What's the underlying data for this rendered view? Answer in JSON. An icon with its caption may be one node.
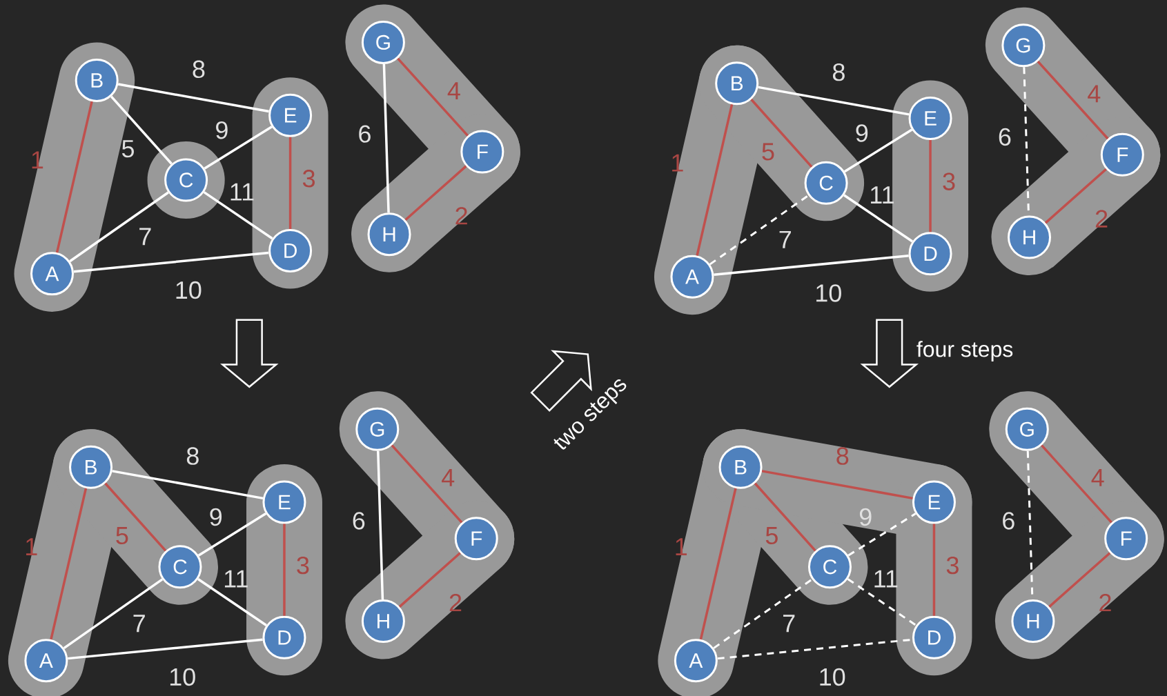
{
  "diagram": {
    "nodes": [
      {
        "text": [
          "A"
        ]
      },
      {
        "text": [
          "B"
        ]
      },
      {
        "text": [
          "C"
        ]
      },
      {
        "text": [
          "D"
        ]
      },
      {
        "text": [
          "E"
        ]
      },
      {
        "text": [
          "F"
        ]
      },
      {
        "text": [
          "G"
        ]
      },
      {
        "text": [
          "H"
        ]
      },
      {
        "text": [
          "A"
        ]
      },
      {
        "text": [
          "B"
        ]
      },
      {
        "text": [
          "C"
        ]
      },
      {
        "text": [
          "D"
        ]
      },
      {
        "text": [
          "E"
        ]
      },
      {
        "text": [
          "F"
        ]
      },
      {
        "text": [
          "G"
        ]
      },
      {
        "text": [
          "H"
        ]
      },
      {
        "text": [
          "A"
        ]
      },
      {
        "text": [
          "B"
        ]
      },
      {
        "text": [
          "C"
        ]
      },
      {
        "text": [
          "D"
        ]
      },
      {
        "text": [
          "E"
        ]
      },
      {
        "text": [
          "F"
        ]
      },
      {
        "text": [
          "G"
        ]
      },
      {
        "text": [
          "H"
        ]
      },
      {
        "text": [
          "A"
        ]
      },
      {
        "text": [
          "B"
        ]
      },
      {
        "text": [
          "C"
        ]
      },
      {
        "text": [
          "D"
        ]
      },
      {
        "text": [
          "E"
        ]
      },
      {
        "text": [
          "F"
        ]
      },
      {
        "text": [
          "G"
        ]
      },
      {
        "text": [
          "H"
        ]
      }
    ],
    "edges": [
      {
        "from": 0,
        "to": 1,
        "arrow": "none",
        "label": "1",
        "color": "#c0504d"
      },
      {
        "from": 7,
        "to": 5,
        "arrow": "none",
        "label": "2",
        "color": "#c0504d"
      },
      {
        "from": 4,
        "to": 3,
        "arrow": "none",
        "label": "3",
        "color": "#c0504d"
      },
      {
        "from": 6,
        "to": 5,
        "arrow": "none",
        "label": "4",
        "color": "#c0504d"
      },
      {
        "from": 1,
        "to": 2,
        "arrow": "none",
        "label": "5"
      },
      {
        "from": 6,
        "to": 7,
        "arrow": "none",
        "label": "6"
      },
      {
        "from": 0,
        "to": 2,
        "arrow": "none",
        "label": "7"
      },
      {
        "from": 1,
        "to": 4,
        "arrow": "none",
        "label": "8"
      },
      {
        "from": 2,
        "to": 4,
        "arrow": "none",
        "label": "9"
      },
      {
        "from": 0,
        "to": 3,
        "arrow": "none",
        "label": "10"
      },
      {
        "from": 2,
        "to": 3,
        "arrow": "none",
        "label": "11"
      },
      {
        "from": 8,
        "to": 9,
        "arrow": "none",
        "label": "1",
        "color": "#c0504d"
      },
      {
        "from": 15,
        "to": 13,
        "arrow": "none",
        "label": "2",
        "color": "#c0504d"
      },
      {
        "from": 12,
        "to": 11,
        "arrow": "none",
        "label": "3",
        "color": "#c0504d"
      },
      {
        "from": 14,
        "to": 13,
        "arrow": "none",
        "label": "4",
        "color": "#c0504d"
      },
      {
        "from": 9,
        "to": 10,
        "arrow": "none",
        "label": "5",
        "color": "#c0504d"
      },
      {
        "from": 14,
        "to": 15,
        "arrow": "none",
        "label": "6"
      },
      {
        "from": 8,
        "to": 10,
        "arrow": "none",
        "label": "7"
      },
      {
        "from": 9,
        "to": 12,
        "arrow": "none",
        "label": "8"
      },
      {
        "from": 10,
        "to": 12,
        "arrow": "none",
        "label": "9"
      },
      {
        "from": 8,
        "to": 11,
        "arrow": "none",
        "label": "10"
      },
      {
        "from": 10,
        "to": 11,
        "arrow": "none",
        "label": "11"
      },
      {
        "from": 16,
        "to": 17,
        "arrow": "none",
        "label": "1",
        "color": "#c0504d"
      },
      {
        "from": 23,
        "to": 21,
        "arrow": "none",
        "label": "2",
        "color": "#c0504d"
      },
      {
        "from": 20,
        "to": 19,
        "arrow": "none",
        "label": "3",
        "color": "#c0504d"
      },
      {
        "from": 22,
        "to": 21,
        "arrow": "none",
        "label": "4",
        "color": "#c0504d"
      },
      {
        "from": 17,
        "to": 18,
        "arrow": "none",
        "label": "5",
        "color": "#c0504d"
      },
      {
        "from": 22,
        "to": 23,
        "arrow": "none",
        "label": "6",
        "style": "dashed"
      },
      {
        "from": 16,
        "to": 18,
        "arrow": "none",
        "label": "7",
        "style": "dashed"
      },
      {
        "from": 17,
        "to": 20,
        "arrow": "none",
        "label": "8"
      },
      {
        "from": 18,
        "to": 20,
        "arrow": "none",
        "label": "9"
      },
      {
        "from": 16,
        "to": 19,
        "arrow": "none",
        "label": "10"
      },
      {
        "from": 18,
        "to": 19,
        "arrow": "none",
        "label": "11"
      },
      {
        "from": 24,
        "to": 25,
        "arrow": "none",
        "label": "1",
        "color": "#c0504d"
      },
      {
        "from": 31,
        "to": 29,
        "arrow": "none",
        "label": "2",
        "color": "#c0504d"
      },
      {
        "from": 28,
        "to": 27,
        "arrow": "none",
        "label": "3",
        "color": "#c0504d"
      },
      {
        "from": 30,
        "to": 29,
        "arrow": "none",
        "label": "4",
        "color": "#c0504d"
      },
      {
        "from": 25,
        "to": 26,
        "arrow": "none",
        "label": "5",
        "color": "#c0504d"
      },
      {
        "from": 30,
        "to": 31,
        "arrow": "none",
        "label": "6",
        "style": "dashed"
      },
      {
        "from": 24,
        "to": 26,
        "arrow": "none",
        "label": "7",
        "style": "dashed"
      },
      {
        "from": 25,
        "to": 28,
        "arrow": "none",
        "label": "8",
        "color": "#c0504d"
      },
      {
        "from": 26,
        "to": 28,
        "arrow": "none",
        "label": "9",
        "style": "dashed"
      },
      {
        "from": 24,
        "to": 27,
        "arrow": "none",
        "label": "10",
        "style": "dashed"
      },
      {
        "from": 26,
        "to": 27,
        "arrow": "none",
        "label": "11",
        "style": "dashed"
      }
    ],
    "labels": [
      "two steps",
      "four steps"
    ]
  }
}
